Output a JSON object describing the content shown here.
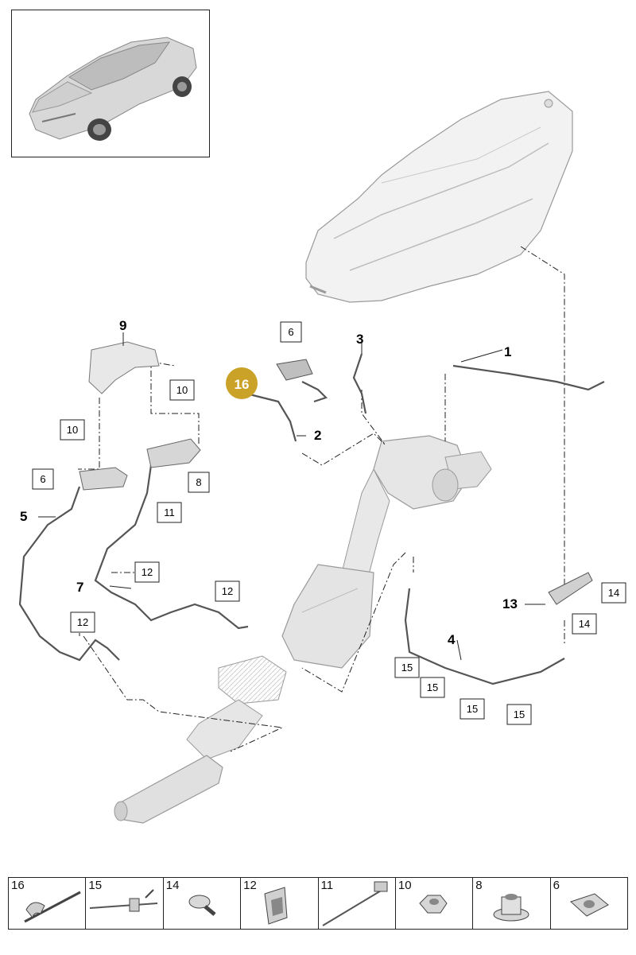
{
  "callouts": {
    "c1": "1",
    "c2": "2",
    "c3": "3",
    "c4": "4",
    "c5": "5",
    "c7": "7",
    "c9": "9",
    "c13": "13",
    "c16": "16"
  },
  "boxes": {
    "b6a": "6",
    "b6b": "6",
    "b8": "8",
    "b10a": "10",
    "b10b": "10",
    "b11": "11",
    "b12a": "12",
    "b12b": "12",
    "b12c": "12",
    "b14a": "14",
    "b14b": "14",
    "b15a": "15",
    "b15b": "15",
    "b15c": "15",
    "b15d": "15"
  },
  "legend": [
    {
      "num": "16",
      "icon": "clip-strip-icon"
    },
    {
      "num": "15",
      "icon": "cable-tie-icon"
    },
    {
      "num": "14",
      "icon": "screw-icon"
    },
    {
      "num": "12",
      "icon": "bracket-clip-icon"
    },
    {
      "num": "11",
      "icon": "strap-tie-icon"
    },
    {
      "num": "10",
      "icon": "nut-icon"
    },
    {
      "num": "8",
      "icon": "flange-nut-icon"
    },
    {
      "num": "6",
      "icon": "speed-nut-icon"
    }
  ],
  "colors": {
    "highlight": "#c9a227",
    "part": "#e2e2e2",
    "line": "#222222"
  }
}
